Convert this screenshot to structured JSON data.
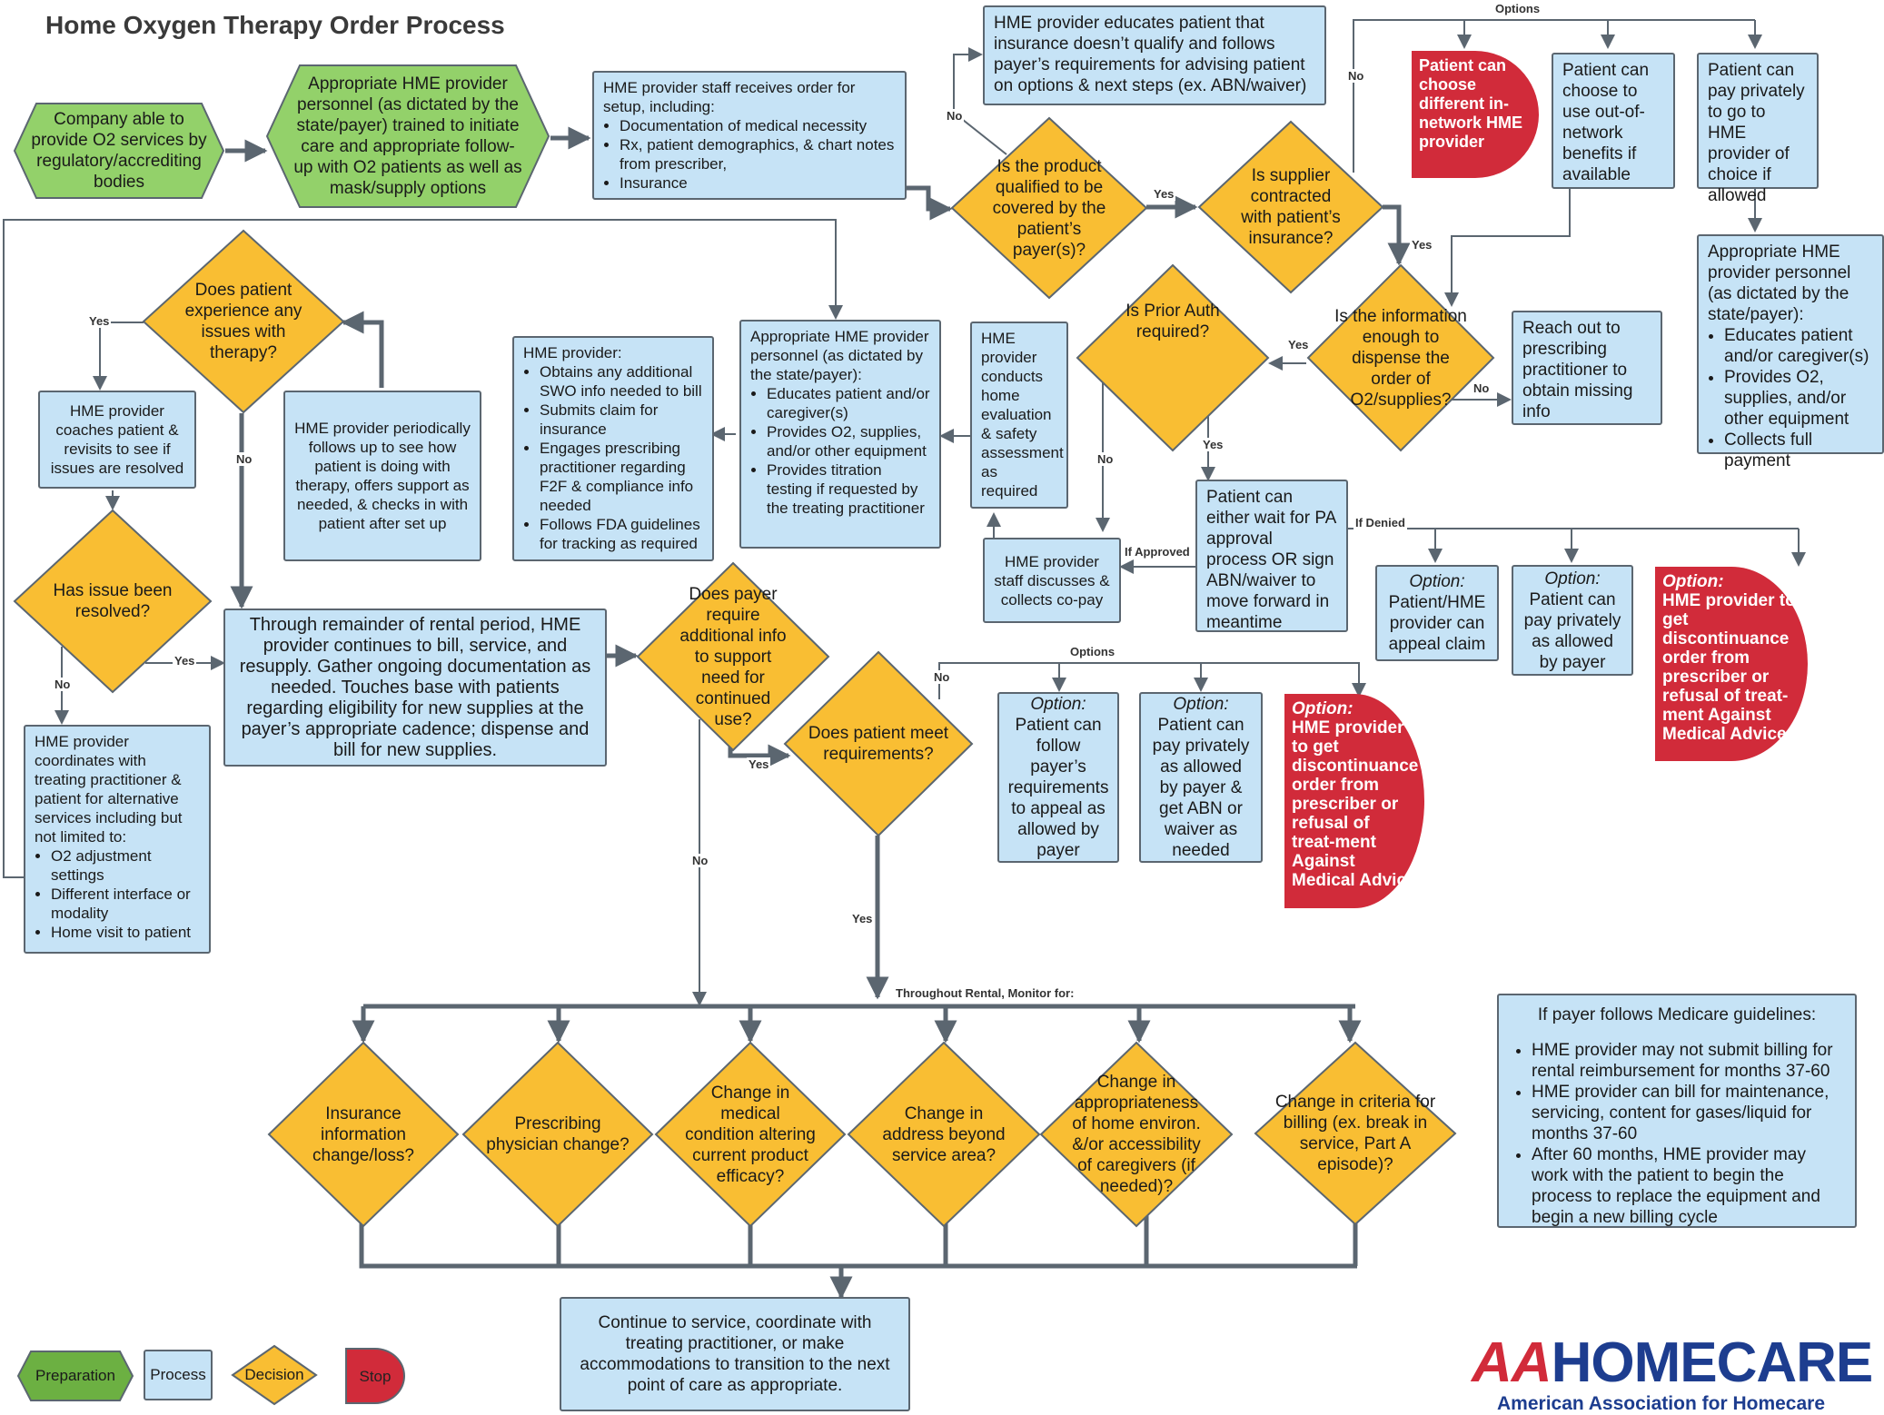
{
  "title": "Home Oxygen Therapy Order Process",
  "nodes": {
    "start": "Company able to provide O2 services by regulatory/accrediting bodies",
    "personnel": "Appropriate HME provider personnel (as dictated by the state/payer) trained to initiate care and appropriate follow-up with O2 patients as well as mask/supply options",
    "receive_head": "HME provider staff receives order for setup, including:",
    "receive_items": [
      "Documentation of medical necessity",
      "Rx, patient demographics, & chart notes from prescriber,",
      "Insurance"
    ],
    "educates": "HME provider educates patient that insurance doesn’t qualify and follows payer’s requirements for advising patient on options & next steps (ex. ABN/waiver)",
    "q_covered": "Is the product qualified to be covered by the patient’s payer(s)?",
    "q_contracted": "Is supplier contracted with patient’s insurance?",
    "opt_innetwork": "Patient can choose different in-network HME provider",
    "opt_outnetwork": "Patient can choose to use out-of-network benefits if available",
    "opt_privately": "Patient can pay privately to go to HME provider of choice if allowed",
    "private_head": "Appropriate HME provider personnel (as dictated by the state/payer):",
    "private_items": [
      "Educates patient and/or caregiver(s)",
      "Provides O2, supplies, and/or other equipment",
      "Collects full payment"
    ],
    "q_info": "Is the information enough to dispense the order of O2/supplies?",
    "reach_out": "Reach out to prescribing practitioner to obtain missing info",
    "q_priorauth": "Is Prior Auth required?",
    "wait_pa": "Patient can either wait for PA approval process OR sign ABN/waiver to move forward in meantime",
    "copay": "HME provider staff discusses & collects co-pay",
    "home_eval": "HME provider conducts home evaluation & safety assessment as required",
    "edu_head": "Appropriate HME provider personnel (as dictated by the state/payer):",
    "edu_items": [
      "Educates patient and/or caregiver(s)",
      "Provides O2, supplies, and/or other equipment",
      "Provides titration testing if requested by the treating practitioner"
    ],
    "swo_head": "HME provider:",
    "swo_items": [
      "Obtains any additional SWO info needed to bill",
      "Submits claim for insurance",
      "Engages prescribing practitioner regarding F2F & compliance info needed",
      "Follows FDA guidelines for tracking as required"
    ],
    "followup": "HME provider periodically follows up to see how patient is doing with therapy, offers support as needed, & checks in with patient after set up",
    "q_issues": "Does patient experience any issues with therapy?",
    "coaches": "HME provider coaches patient & revisits to see if issues are resolved",
    "q_resolved": "Has issue been resolved?",
    "coordinates_head": "HME provider coordinates with treating practitioner & patient for alternative services including but not limited to:",
    "coordinates_items": [
      "O2 adjustment settings",
      "Different interface or modality",
      "Home visit to patient"
    ],
    "rental": "Through remainder of rental period, HME provider continues to bill, service, and resupply. Gather ongoing documentation as needed. Touches base with patients regarding eligibility for new supplies at the payer’s appropriate cadence; dispense and bill for new supplies.",
    "q_payer_info": "Does payer require additional info to support need for continued use?",
    "q_meet": "Does patient meet requirements?",
    "option_word": "Option:",
    "opt_follow": "Patient can follow payer’s requirements to appeal as allowed by payer",
    "opt_abn": "Patient can pay privately as allowed by payer & get ABN or waiver as needed",
    "opt_discont": "HME provider to get discontinuance order from prescriber or refusal of treat-ment Against Medical Advice",
    "opt_appeal": "Patient/HME provider can appeal claim",
    "opt_payer": "Patient can pay privately as allowed by payer",
    "monitor": [
      "Insurance information change/loss?",
      "Prescribing physician change?",
      "Change in medical condition altering current product efficacy?",
      "Change in address beyond service area?",
      "Change in appropriateness of home environ. &/or accessibility of caregivers (if needed)?",
      "Change in criteria for billing (ex. break in service, Part A episode)?"
    ],
    "final": "Continue to service, coordinate with treating practitioner, or make accommodations to transition to the next point of care as appropriate.",
    "medicare_head": "If payer follows Medicare guidelines:",
    "medicare_items": [
      "HME provider may not submit billing for rental reimbursement for months 37-60",
      "HME provider can bill for maintenance, servicing, content for gases/liquid for months 37-60",
      "After 60 months, HME provider may work with the patient to begin the process to replace the equipment and begin a new billing cycle"
    ]
  },
  "labels": {
    "yes": "Yes",
    "no": "No",
    "options": "Options",
    "if_denied": "If Denied",
    "if_approved": "If Approved",
    "monitor": "Throughout Rental, Monitor for:"
  },
  "legend": {
    "preparation": "Preparation",
    "process": "Process",
    "decision": "Decision",
    "stop": "Stop"
  },
  "logo": {
    "aa": "AA",
    "homecare": "HOMECARE",
    "sub": "American Association for Homecare"
  },
  "colors": {
    "preparation": "#93d16a",
    "process": "#c6e3f6",
    "decision": "#f9be33",
    "stop": "#d12b3a",
    "line": "#5b6670"
  }
}
